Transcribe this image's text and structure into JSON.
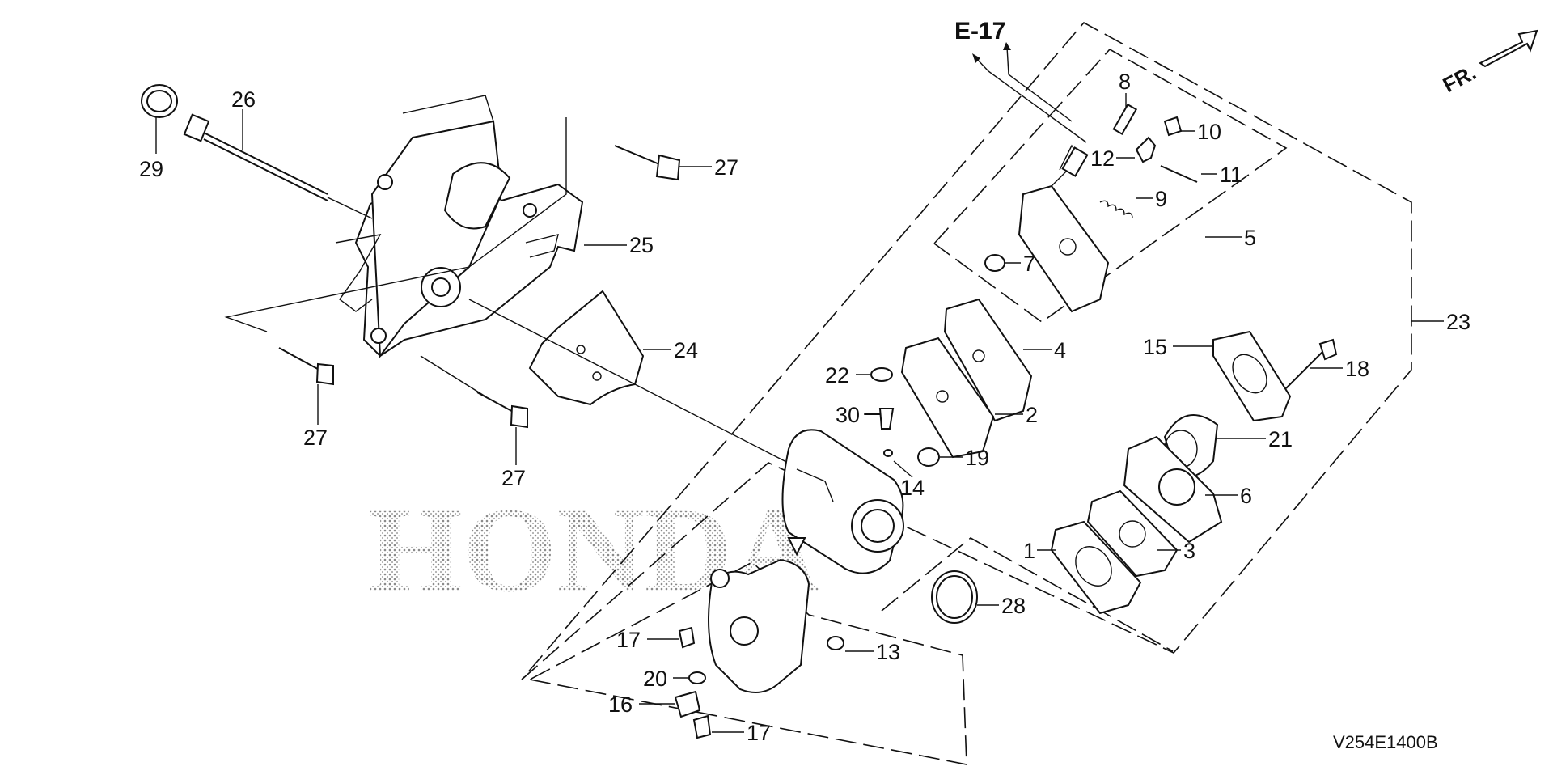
{
  "diagram": {
    "watermark": "HONDA",
    "section_ref": "E-17",
    "front_marker": "FR.",
    "drawing_code": "V254E1400B",
    "callouts": [
      {
        "id": "c1",
        "label": "1"
      },
      {
        "id": "c2",
        "label": "2"
      },
      {
        "id": "c3",
        "label": "3"
      },
      {
        "id": "c4",
        "label": "4"
      },
      {
        "id": "c5",
        "label": "5"
      },
      {
        "id": "c6",
        "label": "6"
      },
      {
        "id": "c7",
        "label": "7"
      },
      {
        "id": "c8",
        "label": "8"
      },
      {
        "id": "c9",
        "label": "9"
      },
      {
        "id": "c10",
        "label": "10"
      },
      {
        "id": "c11",
        "label": "11"
      },
      {
        "id": "c12",
        "label": "12"
      },
      {
        "id": "c13",
        "label": "13"
      },
      {
        "id": "c14",
        "label": "14"
      },
      {
        "id": "c15",
        "label": "15"
      },
      {
        "id": "c16",
        "label": "16"
      },
      {
        "id": "c17a",
        "label": "17"
      },
      {
        "id": "c17b",
        "label": "17"
      },
      {
        "id": "c18",
        "label": "18"
      },
      {
        "id": "c19",
        "label": "19"
      },
      {
        "id": "c20",
        "label": "20"
      },
      {
        "id": "c21",
        "label": "21"
      },
      {
        "id": "c22",
        "label": "22"
      },
      {
        "id": "c23",
        "label": "23"
      },
      {
        "id": "c24",
        "label": "24"
      },
      {
        "id": "c25",
        "label": "25"
      },
      {
        "id": "c26",
        "label": "26"
      },
      {
        "id": "c27a",
        "label": "27"
      },
      {
        "id": "c27b",
        "label": "27"
      },
      {
        "id": "c27c",
        "label": "27"
      },
      {
        "id": "c28",
        "label": "28"
      },
      {
        "id": "c29",
        "label": "29"
      },
      {
        "id": "c30",
        "label": "30"
      }
    ]
  }
}
